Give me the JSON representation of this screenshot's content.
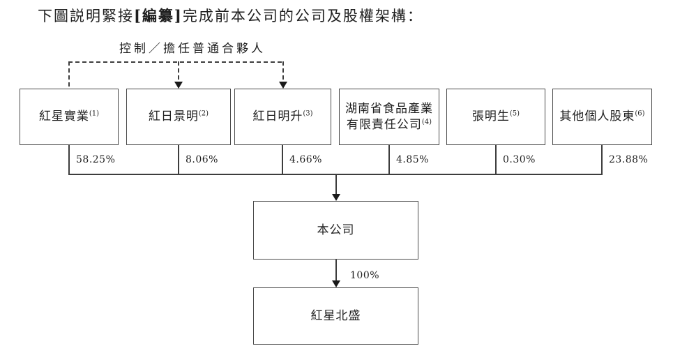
{
  "page": {
    "title_prefix": "下圖説明緊接",
    "title_bracketed": "[編纂]",
    "title_suffix": "完成前本公司的公司及股權架構："
  },
  "diagram": {
    "control_label": "控制／擔任普通合夥人",
    "shareholders": [
      {
        "name": "紅星實業",
        "note": "(1)",
        "percent": "58.25%"
      },
      {
        "name": "紅日景明",
        "note": "(2)",
        "percent": "8.06%"
      },
      {
        "name": "紅日明升",
        "note": "(3)",
        "percent": "4.66%"
      },
      {
        "name": "湖南省食品產業\n有限責任公司",
        "note": "(4)",
        "percent": "4.85%"
      },
      {
        "name": "張明生",
        "note": "(5)",
        "percent": "0.30%"
      },
      {
        "name": "其他個人股東",
        "note": "(6)",
        "percent": "23.88%"
      }
    ],
    "company": {
      "name": "本公司"
    },
    "subsidiary": {
      "name": "紅星北盛",
      "ownership": "100%"
    }
  },
  "colors": {
    "background": "#ffffff",
    "line": "#3d3d3d",
    "box_border": "#4a4a4a",
    "text": "#1f1f1f"
  }
}
